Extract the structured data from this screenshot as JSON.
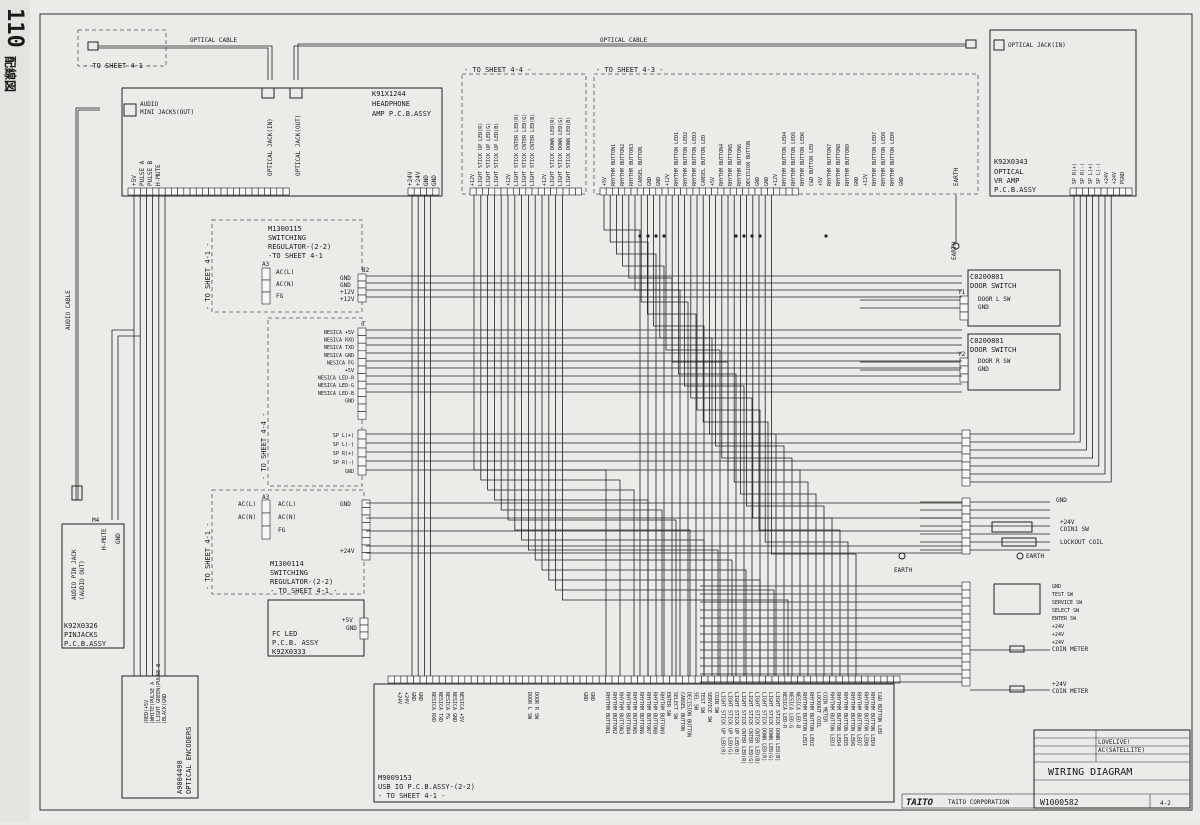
{
  "page": {
    "page_number": "110",
    "heading": "配線図"
  },
  "cables": {
    "optical_left": "OPTICAL CABLE",
    "optical_right": "OPTICAL CABLE",
    "audio": "AUDIO CABLE"
  },
  "sheet_refs": {
    "top_left": "- TO SHEET 4-1 -",
    "top_mid": "- TO SHEET 4-4 -",
    "top_right": "- TO SHEET 4-3 -"
  },
  "headphone": {
    "id": "K91X1244",
    "name1": "HEADPHONE",
    "name2": "AMP P.C.B.ASSY",
    "audio_jack": "AUDIO",
    "audio_jack2": "MINI JACKS(OUT)",
    "optical_in": "OPTICAL JACK(IN)",
    "optical_out": "OPTICAL JACK(OUT)",
    "pins_left": [
      "+5V",
      "PULSE A",
      "PULSE B",
      "H-MUTE"
    ],
    "pins_right": [
      "+24V",
      "+24V",
      "GND",
      "GND"
    ]
  },
  "optical_amp": {
    "jack": "OPTICAL JACK(IN)",
    "id": "K92X0343",
    "name1": "OPTICAL",
    "name2": "VR AMP",
    "name3": "P.C.B.ASSY",
    "pins": [
      "SP R(+)",
      "SP R(-)",
      "SP L(+)",
      "SP L(-)",
      "+24V",
      "+24V",
      "PGND"
    ]
  },
  "led_group1": [
    "+12V",
    "LIGHT STICK UP LED(R)",
    "LIGHT STICK UP LED(G)",
    "LIGHT STICK UP LED(B)",
    "+12V",
    "LIGHT STICK CNTER LED(R)",
    "LIGHT STICK CNTER LED(G)",
    "LIGHT STICK CNTER LED(B)",
    "+12V",
    "LIGHT STICK DOWN LED(R)",
    "LIGHT STICK DOWN LED(G)",
    "LIGHT STICK DOWN LED(B)"
  ],
  "button_group": [
    "+5V",
    "RHYTHM BUTTON1",
    "RHYTHM BUTTON2",
    "RHYTHM BUTTON3",
    "CANSEL BUTTON",
    "GND",
    "GND",
    "+12V",
    "RHYTHM BUTTON LED1",
    "RHYTHM BUTTON LED2",
    "RHYTHM BUTTON LED3",
    "CANSEL BUTTON LED",
    "+5V",
    "RHYTHM BUTTON4",
    "RHYTHM BUTTON5",
    "RHYTHM BUTTON6",
    "DECISION BUTTON",
    "GND",
    "GND",
    "+12V",
    "RHYTHM BUTTON LED4",
    "RHYTHM BUTTON LED5",
    "RHYTHM BUTTON LED6",
    "C&D BUTTON LED"
  ],
  "button_group2": [
    "+5V",
    "RHYTHM BUTTON7",
    "RHYTHM BUTTON8",
    "RHYTHM BUTTON9",
    "GND",
    "+12V",
    "RHYTHM BUTTON LED7",
    "RHYTHM BUTTON LED8",
    "RHYTHM BUTTON LED9",
    "GND"
  ],
  "earth": {
    "top": "EARTH",
    "vertical": "EARTH",
    "coin": "EARTH",
    "left": "EARTH"
  },
  "regulator_top": {
    "id": "M1300115",
    "name1": "SWITCHING",
    "name2": "REGULATOR-(2-2)",
    "ref": "-TO SHEET 4-1",
    "side_ref": "- TO SHEET 4-1 -",
    "conn_a": "A3",
    "pins_a": [
      "AC(L)",
      "AC(N)",
      "FG"
    ],
    "conn_b": "B2",
    "pins_b": [
      "GND",
      "GND",
      "+12V",
      "+12V"
    ]
  },
  "nesica": {
    "conn": "T",
    "pins": [
      "NESICA +5V",
      "NESICA RXD",
      "NESICA TXD",
      "NESICA GND",
      "NESICA FG",
      "+5V",
      "NESICA LED-R",
      "NESICA LED-G",
      "NESICA LED-B",
      "GND"
    ],
    "side_ref": "- TO SHEET 4-4 -",
    "sp_pins": [
      "SP L(+)",
      "SP L(-)",
      "SP R(+)",
      "SP R(-)",
      "GND"
    ]
  },
  "regulator_bottom": {
    "id": "M1300114",
    "name1": "SWITCHING",
    "name2": "REGULATOR-(2-2)",
    "ref": "- TO SHEET 4-1 -",
    "side_ref": "- TO SHEET 4-1 -",
    "conn_a": "A3",
    "pins_a": [
      "AC(L)",
      "AC(N)",
      "FG"
    ],
    "pins_b": [
      "GND",
      "+24V"
    ]
  },
  "fc_led": {
    "name1": "FC LED",
    "name2": "P.C.B. ASSY",
    "id": "K92X0333",
    "pins": [
      "+5V",
      "GND"
    ]
  },
  "door_left": {
    "id": "C0200801",
    "name": "DOOR SWITCH",
    "conn": "Y1",
    "pins": [
      "DOOR L SW",
      "GND"
    ]
  },
  "door_right": {
    "id": "C0200801",
    "name": "DOOR SWITCH",
    "conn": "Y2",
    "pins": [
      "DOOR R SW",
      "GND"
    ]
  },
  "coin": {
    "gnd": "GND",
    "sw": "+24V",
    "sw2": "COIN1 SW",
    "lockout": "LOCKOUT COIL",
    "earth": "EARTH",
    "switches": [
      "GND",
      "TEST SW",
      "SERVICE SW",
      "SELECT SW",
      "ENTER SW",
      "+24V",
      "+24V",
      "+24V"
    ],
    "meter1": "COIN METER",
    "meter2_v": "+24V",
    "meter2": "COIN METER"
  },
  "pinjack": {
    "title1": "AUDIO PIN JACK",
    "title2": "(AUDIO OUT)",
    "hmute": "H-MUTE",
    "gnd": "GND",
    "conn": "M4",
    "id": "K92X0326",
    "name1": "PINJACKS",
    "name2": "P.C.B.ASSY"
  },
  "encoder": {
    "wires": [
      "(RED)+5V",
      "(WHITE)PULSE A",
      "(LIGHT GREEN)PULSE B",
      "(BLACK)GND"
    ],
    "id": "A9004498",
    "name": "OPTICAL ENCODERS"
  },
  "usb_io": {
    "id": "M9009153",
    "name": "USB IO P.C.B.ASSY-(2-2)",
    "ref": "- TO SHEET 4-1 -",
    "pins_a": [
      "+24V",
      "+24V",
      "GND",
      "GND"
    ],
    "pins_b": [
      "NESICA RXD",
      "NESICA TXD",
      "NESICA FG",
      "NESICA GND",
      "NESICA +5V"
    ],
    "pins_c": [
      "DOOR L SW",
      "DOOR R SW"
    ],
    "pins_d": [
      "GND",
      "GND"
    ],
    "pins_e": [
      "RHYTHM BUTTON1",
      "RHYTHM BUTTON2",
      "RHYTHM BUTTON3",
      "RHYTHM BUTTON4",
      "RHYTHM BUTTON5",
      "RHYTHM BUTTON6",
      "RHYTHM BUTTON7",
      "RHYTHM BUTTON8",
      "RHYTHM BUTTON9",
      "ENTER SW",
      "SELECT SW",
      "CANSEL BUTTON",
      "DECISION BUTTON",
      "SEL SW",
      "TEST SW",
      "SERVICE SW",
      "COIN SW",
      "LIGHT STICK UP LED(R)",
      "LIGHT STICK UP LED(G)",
      "LIGHT STICK UP LED(B)",
      "LIGHT STICK CNTER LED(R)",
      "LIGHT STICK CNTER LED(G)",
      "LIGHT STICK CNTER LED(B)",
      "LIGHT STICK DOWN LED(R)",
      "LIGHT STICK DOWN LED(G)",
      "LIGHT STICK DOWN LED(B)",
      "NESICA LED-R",
      "NESICA LED-G",
      "NESICA LED-B",
      "RHYTHM BUTTON LED1",
      "RHYTHM BUTTON LED2",
      "LOCKOUT COIL",
      "COIN METER",
      "RHYTHM BUTTON LED3",
      "RHYTHM BUTTON LED4",
      "RHYTHM BUTTON LED5",
      "RHYTHM BUTTON LED6",
      "RHYTHM BUTTON LED7",
      "RHYTHM BUTTON LED8",
      "RHYTHM BUTTON LED9",
      "C&D BUTTON LED"
    ]
  },
  "title_block": {
    "title": "WIRING DIAGRAM",
    "company": "TAITO CORPORATION",
    "logo": "TAITO",
    "number": "W1000582",
    "sheet": "4-2",
    "field1": "LOVELIVE!",
    "field2": "AC(SATELLITE)"
  }
}
